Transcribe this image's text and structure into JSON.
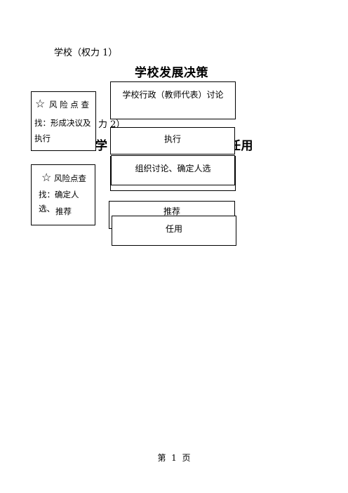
{
  "section1": {
    "label": "学校（权力 1）",
    "heading": "学校发展决策",
    "risk_box": {
      "star": "☆",
      "line1": "风 险 点 查",
      "line2": "找：形成决议及",
      "line3": "执行"
    },
    "flow": [
      "学校行政（教师代表）讨论",
      "执行"
    ]
  },
  "section2": {
    "label_fragment": "力 2）",
    "heading_left": "学",
    "heading_right": "任用",
    "risk_box": {
      "star": "☆",
      "line1": "风险点查",
      "line2": "找：确定人选、",
      "line3": "推荐"
    },
    "flow": [
      "组织讨论、确定人选",
      "推荐",
      "任用"
    ]
  },
  "footer": {
    "page": "第  1  页"
  }
}
